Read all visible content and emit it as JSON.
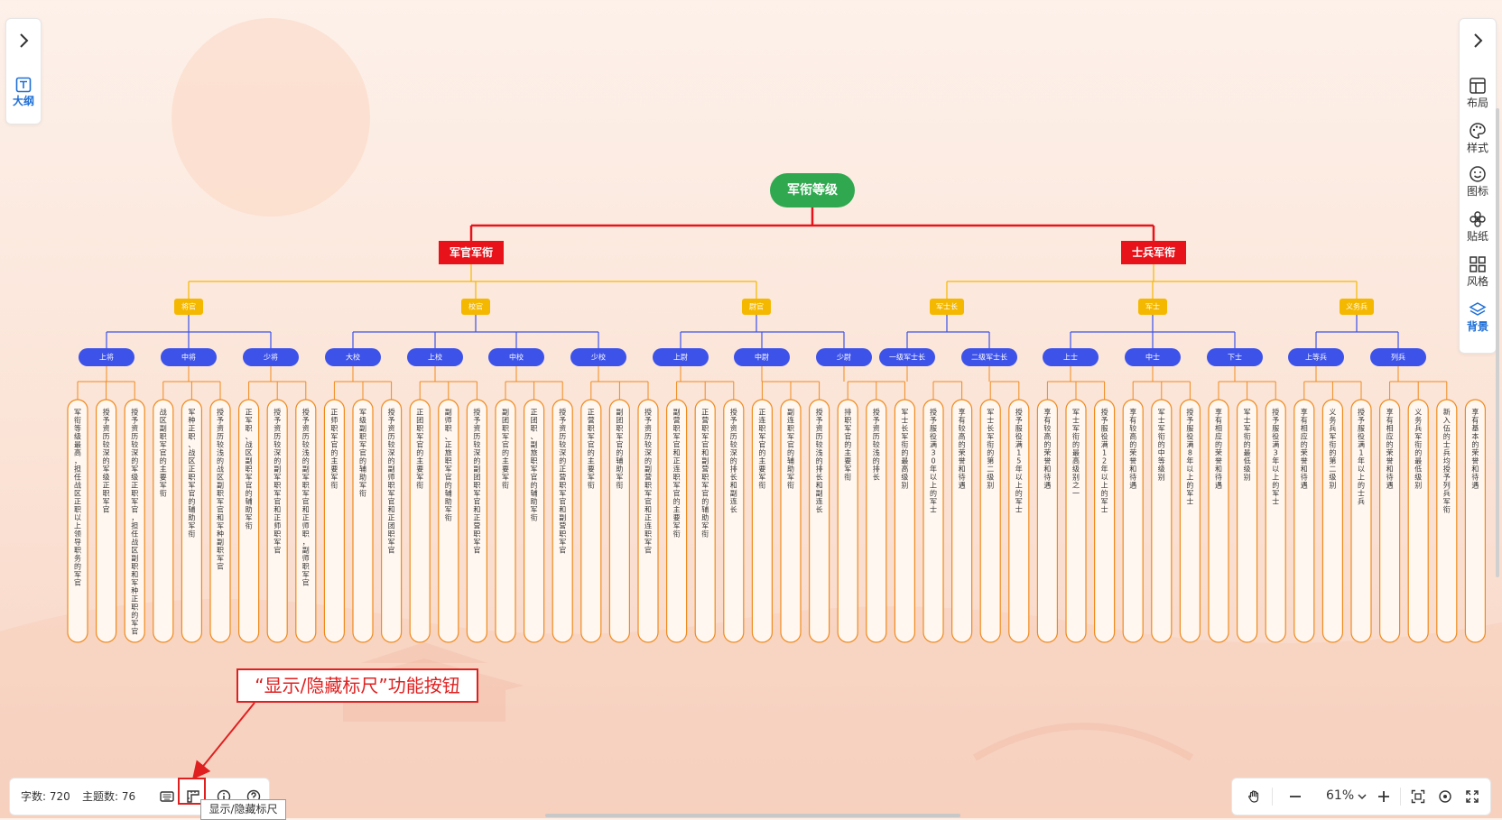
{
  "mindmap": {
    "root": "军衔等级",
    "level1": [
      "军官军衔",
      "士兵军衔"
    ],
    "level2": [
      "将官",
      "校官",
      "尉官",
      "军士长",
      "军士",
      "义务兵"
    ],
    "level3": [
      "上将",
      "中将",
      "少将",
      "大校",
      "上校",
      "中校",
      "少校",
      "上尉",
      "中尉",
      "少尉",
      "一级军士长",
      "二级军士长",
      "上士",
      "中士",
      "下士",
      "上等兵",
      "列兵"
    ],
    "leaves": [
      "军衔等级最高，担任战区正职以上领导职务的军官",
      "授予资历较深的军级正职军官",
      "授予资历较深的军级正职军官，担任战区副职和军种正职的军官",
      "战区副职军官的主要军衔",
      "军种正职、战区正职军官的辅助军衔",
      "授予资历较浅的战区副职军官和军种副职军官",
      "正军职、战区副职军官的辅助军衔",
      "授予资历较深的副军职军官和正师职军官",
      "授予资历较浅的副军职军官和正师职，副师职军官",
      "正师职军官的主要军衔",
      "军级副职军官的辅助军衔",
      "授予资历较深的副师职军官和正团职军官",
      "正团职军官的主要军衔",
      "副师职、正旅职军官的辅助军衔",
      "授予资历较深的副团职军官和正营职军官",
      "副团职军官的主要军衔",
      "正团职、副旅职军官的辅助军衔",
      "授予资历较深的正营职军官和副营职军官",
      "正营职军官的主要军衔",
      "副团职军官的辅助军衔",
      "授予资历较深的副营职军官和正连职军官",
      "副营职军官和正连职军官的主要军衔",
      "正营职军官和副营职军官的辅助军衔",
      "授予资历较深的排长和副连长",
      "正连职军官的主要军衔",
      "副连职军官的辅助军衔",
      "授予资历较浅的排长和副连长",
      "排职军官的主要军衔",
      "授予资历较浅的排长",
      "军士长军衔的最高级别",
      "授予服役满30年以上的军士",
      "享有较高的荣誉和待遇",
      "军士长军衔的第二级别",
      "授予服役满15年以上的军士",
      "享有较高的荣誉和待遇",
      "军士军衔的最高级别之一",
      "授予服役满12年以上的军士",
      "享有较高的荣誉和待遇",
      "军士军衔的中等级别",
      "授予服役满8年以上的军士",
      "享有相应的荣誉和待遇",
      "军士军衔的最低级别",
      "授予服役满3年以上的军士",
      "享有相应的荣誉和待遇",
      "义务兵军衔的第二级别",
      "授予服役满1年以上的士兵",
      "享有相应的荣誉和待遇",
      "义务兵军衔的最低级别",
      "新入伍的士兵均授予列兵军衔",
      "享有基本的荣誉和待遇"
    ]
  },
  "left_sidebar": {
    "outline_label": "大纲"
  },
  "right_sidebar": {
    "tools": [
      "布局",
      "样式",
      "图标",
      "贴纸",
      "风格",
      "背景"
    ]
  },
  "status": {
    "word_count": "字数: 720",
    "topic_count": "主题数: 76"
  },
  "tooltip": "显示/隐藏标尺",
  "annotation": "“显示/隐藏标尺”功能按钮",
  "zoom": {
    "level": "61%"
  },
  "colors": {
    "root": "#2fa84f",
    "level1": "#e8121b",
    "level2": "#f5b800",
    "level3": "#3d52e8",
    "leaf_border": "#f08a1c",
    "accent": "#1f6fd6"
  }
}
